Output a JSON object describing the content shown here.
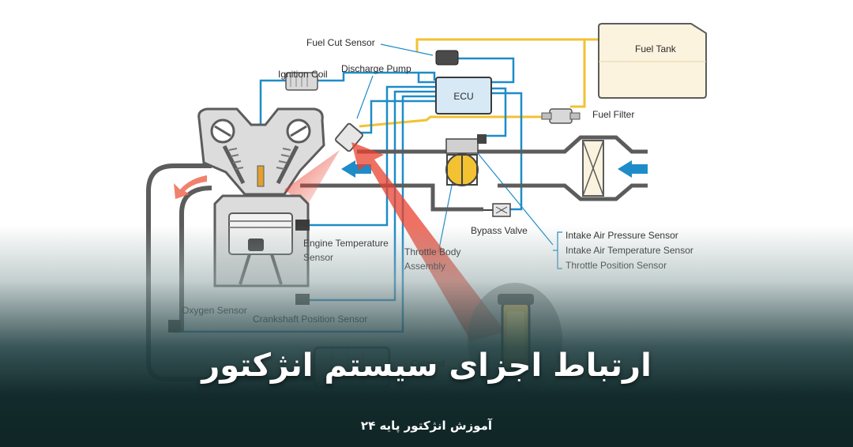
{
  "diagram": {
    "labels": {
      "fuel_cut_sensor": "Fuel Cut Sensor",
      "ignition_coil": "Ignition Coil",
      "discharge_pump": "Discharge Pump",
      "ecu": "ECU",
      "fuel_tank": "Fuel Tank",
      "fuel_filter": "Fuel Filter",
      "engine_temperature_sensor_1": "Engine Temperature",
      "engine_temperature_sensor_2": "Sensor",
      "throttle_body_assembly_1": "Throttle Body",
      "throttle_body_assembly_2": "Assembly",
      "bypass_valve": "Bypass Valve",
      "intake_air_pressure_sensor": "Intake Air Pressure Sensor",
      "intake_air_temperature_sensor": "Intake Air Temperature Sensor",
      "throttle_position_sensor": "Throttle Position Sensor",
      "oxygen_sensor": "Oxygen Sensor",
      "crankshaft_position_sensor": "Crankshaft Position Sensor",
      "catalyst": "Catalyst"
    },
    "colors": {
      "wire": "#1e8cc8",
      "fuel_line": "#f2c233",
      "body": "#5c5c5c",
      "tank_fill": "#fbf3de",
      "spray": "#e8412f"
    }
  },
  "banner": {
    "headline": "ارتباط اجزای سیستم انژکتور",
    "subheadline": "آموزش انژکتور پایه ۲۴"
  }
}
